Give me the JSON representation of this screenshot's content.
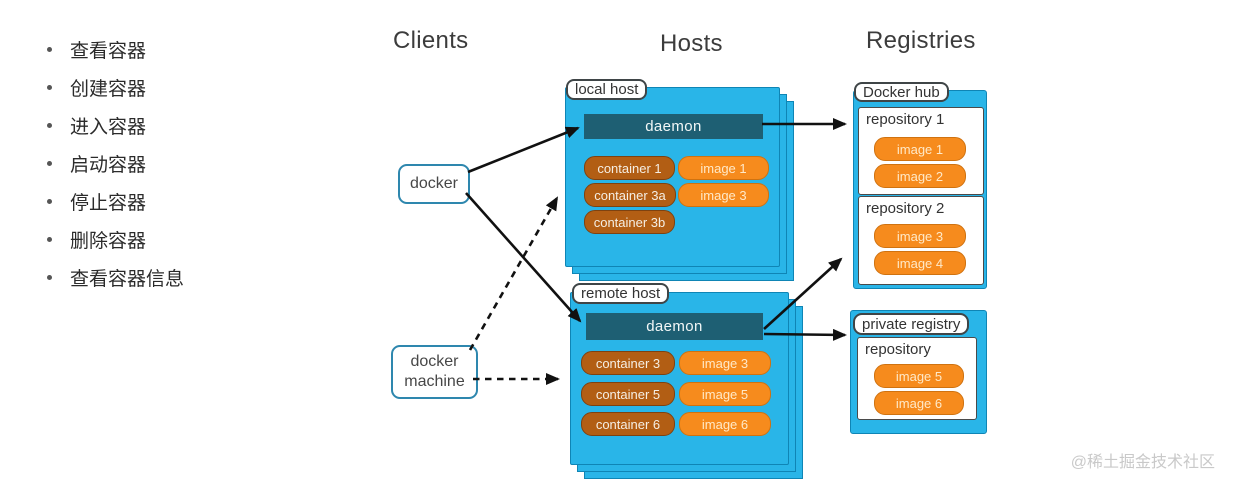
{
  "sidebar": {
    "items": [
      "查看容器",
      "创建容器",
      "进入容器",
      "启动容器",
      "停止容器",
      "删除容器",
      "查看容器信息"
    ]
  },
  "diagram": {
    "headers": {
      "clients": "Clients",
      "hosts": "Hosts",
      "registries": "Registries"
    },
    "clients": {
      "docker": "docker",
      "docker_machine": "docker machine"
    },
    "local_host": {
      "label": "local host",
      "daemon": "daemon",
      "containers": [
        "container 1",
        "container 3a",
        "container 3b"
      ],
      "images": [
        "image 1",
        "image 3"
      ]
    },
    "remote_host": {
      "label": "remote host",
      "daemon": "daemon",
      "containers": [
        "container 3",
        "container 5",
        "container 6"
      ],
      "images": [
        "image 3",
        "image 5",
        "image 6"
      ]
    },
    "docker_hub": {
      "label": "Docker hub",
      "repositories": [
        {
          "name": "repository 1",
          "images": [
            "image 1",
            "image 2"
          ]
        },
        {
          "name": "repository 2",
          "images": [
            "image 3",
            "image 4"
          ]
        }
      ]
    },
    "private_registry": {
      "label": "private registry",
      "repository": {
        "name": "repository",
        "images": [
          "image 5",
          "image 6"
        ]
      }
    }
  },
  "watermark": "@稀土掘金技术社区",
  "colors": {
    "host_fill": "#29b5e8",
    "daemon_fill": "#1e5f73",
    "container_fill": "#b25e14",
    "image_fill": "#f68b1d",
    "tab_border": "#3f4547",
    "client_border": "#2e87ae",
    "arrow": "#111111"
  }
}
